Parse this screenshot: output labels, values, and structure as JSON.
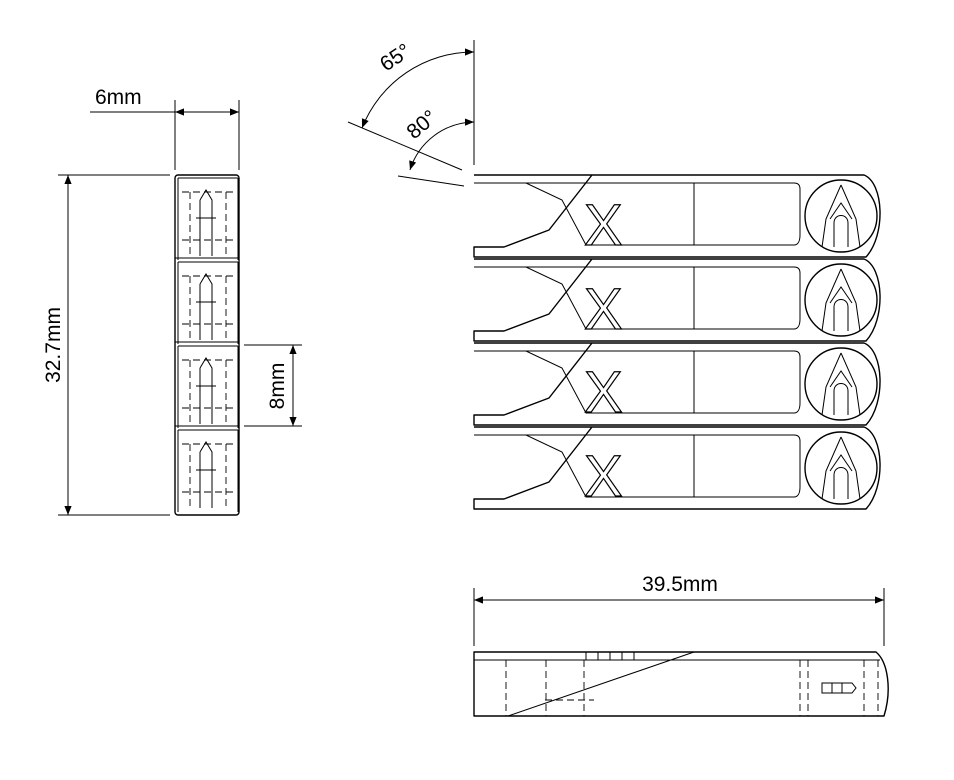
{
  "dimensions": {
    "width": "6mm",
    "height": "32.7mm",
    "pitch": "8mm",
    "length": "39.5mm",
    "angle_outer": "65°",
    "angle_inner": "80°"
  },
  "part_marking": "X"
}
